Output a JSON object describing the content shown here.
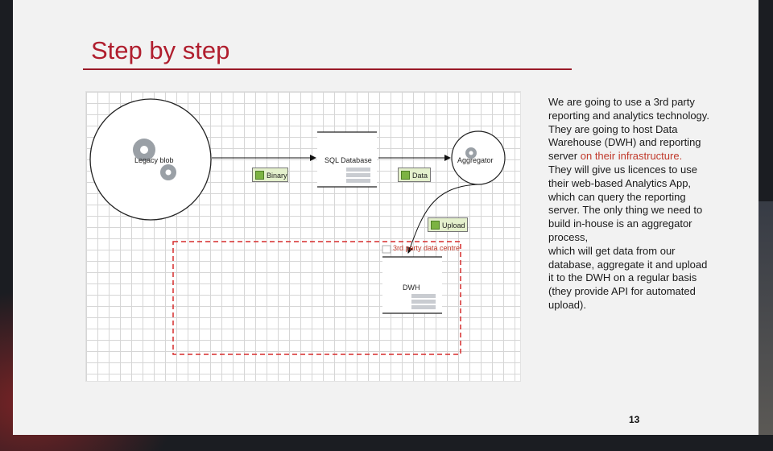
{
  "slide": {
    "title": "Step by step",
    "page_number": "13"
  },
  "diagram": {
    "nodes": {
      "legacy": "Legacy blob",
      "sql": "SQL Database",
      "aggregator": "Aggregator",
      "dwh": "DWH",
      "third_party": "3rd party data centre"
    },
    "flows": {
      "binary": "Binary",
      "data": "Data",
      "upload": "Upload"
    }
  },
  "text": {
    "p1_a": "We are going to use a 3rd party reporting and analytics technology. They are going to host Data Warehouse (DWH) and reporting server",
    "p1_b": "on their infrastructure.",
    "p2": "They will give us licences to use their web-based Analytics App, which can query the reporting server. The only thing we need to build in-house is an aggregator process,",
    "p3": "which will get data from our database, aggregate it and upload it to the DWH on a regular basis (they provide API for automated upload)."
  },
  "colors": {
    "title": "#b01e2e",
    "highlight": "#c0392b",
    "dashed_box": "#d62b2b",
    "tag_fill": "#e4f0cc"
  }
}
